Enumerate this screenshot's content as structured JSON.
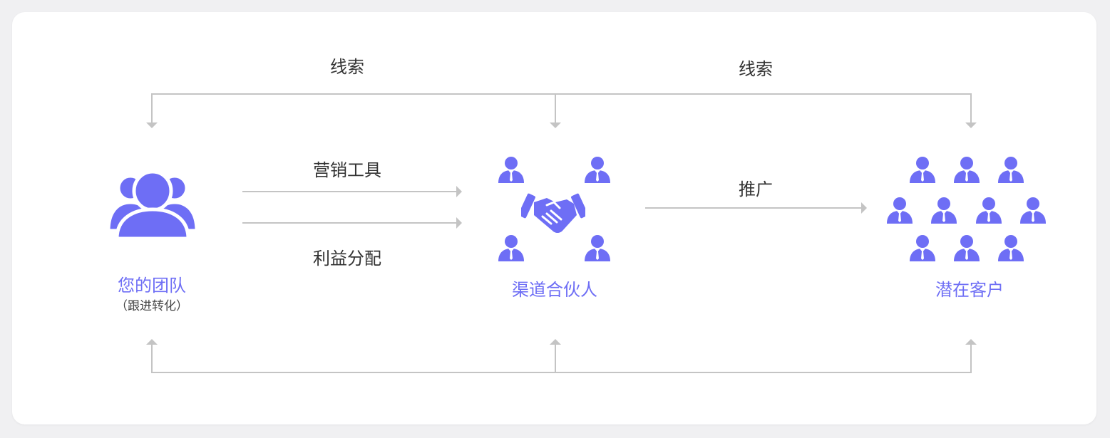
{
  "colors": {
    "accent": "#6e6ef5",
    "line": "#c4c4c4",
    "text": "#333333"
  },
  "flows": {
    "lead_left": "线索",
    "lead_right": "线索",
    "marketing_tools": "营销工具",
    "profit_sharing": "利益分配",
    "promotion": "推广"
  },
  "nodes": {
    "team": {
      "label": "您的团队",
      "sublabel": "（跟进转化）",
      "icon": "user-group-icon"
    },
    "partners": {
      "label": "渠道合伙人",
      "icon": "handshake-icon",
      "person_icon": "businessman-icon"
    },
    "customers": {
      "label": "潜在客户",
      "icon": "businessman-icon"
    }
  }
}
